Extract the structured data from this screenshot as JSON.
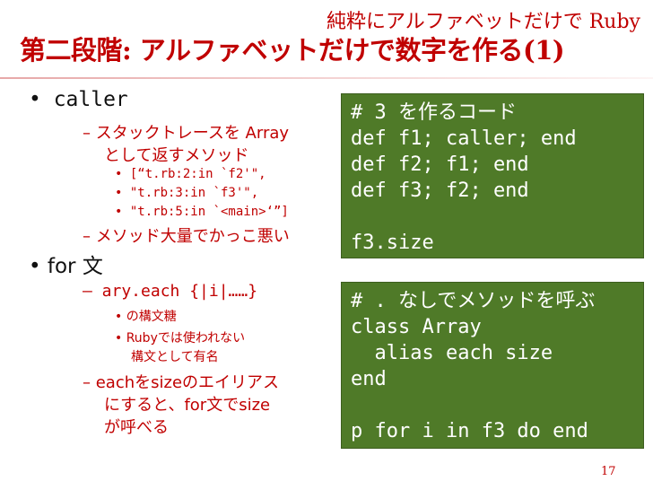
{
  "slide": {
    "subtitle": "純粋にアルファベットだけで Ruby",
    "title": "第二段階: アルファベットだけで数字を作る(1)",
    "page_number": "17",
    "colors": {
      "accent": "#c00000",
      "code_bg": "#4f7a28",
      "code_text": "#ffffff"
    }
  },
  "bullets": {
    "b1": "• caller",
    "b1_sub1_line1": "– スタックトレースを Array",
    "b1_sub1_line2": "として返すメソッド",
    "b1_sub1_items": [
      "• [“t.rb:2:in `f2'\",",
      "•  \"t.rb:3:in `f3'\",",
      "•  \"t.rb:5:in `<main>‘”]"
    ],
    "b1_sub2": "– メソッド大量でかっこ悪い",
    "b2": "• for 文",
    "b2_sub1": "– ary.each {|i|……}",
    "b2_sub1_items": [
      "• の構文糖",
      "• Rubyでは使われない",
      "構文として有名"
    ],
    "b2_sub2_line1": "– eachをsizeのエイリアス",
    "b2_sub2_line2": "にすると、for文でsize",
    "b2_sub2_line3": "が呼べる"
  },
  "code_box_1": {
    "lines": [
      "# 3 を作るコード",
      "def f1; caller; end",
      "def f2; f1; end",
      "def f3; f2; end",
      "",
      "f3.size"
    ]
  },
  "code_box_2": {
    "lines": [
      "# . なしでメソッドを呼ぶ",
      "class Array",
      "  alias each size",
      "end",
      "",
      "p for i in f3 do end"
    ]
  }
}
